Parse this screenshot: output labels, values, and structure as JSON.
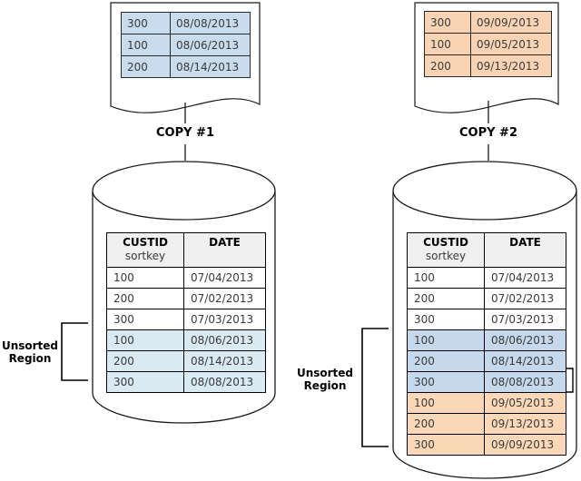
{
  "colors": {
    "copy1_fill": "#c8dcee",
    "copy2_fill": "#f8d4b4",
    "unsorted_blue_left": "#daeaf2",
    "unsorted_blue_right": "#c6d9ec",
    "unsorted_orange": "#fad8b8",
    "header_bg": "#f0f0f0",
    "line": "#1a1a1a"
  },
  "diagram": {
    "copy1": {
      "label": "COPY #1",
      "rows": [
        {
          "custid": "300",
          "date": "08/08/2013"
        },
        {
          "custid": "100",
          "date": "08/06/2013"
        },
        {
          "custid": "200",
          "date": "08/14/2013"
        }
      ]
    },
    "copy2": {
      "label": "COPY #2",
      "rows": [
        {
          "custid": "300",
          "date": "09/09/2013"
        },
        {
          "custid": "100",
          "date": "09/05/2013"
        },
        {
          "custid": "200",
          "date": "09/13/2013"
        }
      ]
    },
    "header": {
      "custid": "CUSTID",
      "sortkey": "sortkey",
      "date": "DATE"
    },
    "left_cylinder": {
      "rows": [
        {
          "custid": "100",
          "date": "07/04/2013",
          "region": "sorted"
        },
        {
          "custid": "200",
          "date": "07/02/2013",
          "region": "sorted"
        },
        {
          "custid": "300",
          "date": "07/03/2013",
          "region": "sorted"
        },
        {
          "custid": "100",
          "date": "08/06/2013",
          "region": "unsorted"
        },
        {
          "custid": "200",
          "date": "08/14/2013",
          "region": "unsorted"
        },
        {
          "custid": "300",
          "date": "08/08/2013",
          "region": "unsorted"
        }
      ]
    },
    "right_cylinder": {
      "rows": [
        {
          "custid": "100",
          "date": "07/04/2013",
          "region": "sorted"
        },
        {
          "custid": "200",
          "date": "07/02/2013",
          "region": "sorted"
        },
        {
          "custid": "300",
          "date": "07/03/2013",
          "region": "sorted"
        },
        {
          "custid": "100",
          "date": "08/06/2013",
          "region": "unsorted-copy1"
        },
        {
          "custid": "200",
          "date": "08/14/2013",
          "region": "unsorted-copy1"
        },
        {
          "custid": "300",
          "date": "08/08/2013",
          "region": "unsorted-copy1"
        },
        {
          "custid": "100",
          "date": "09/05/2013",
          "region": "unsorted-copy2"
        },
        {
          "custid": "200",
          "date": "09/13/2013",
          "region": "unsorted-copy2"
        },
        {
          "custid": "300",
          "date": "09/09/2013",
          "region": "unsorted-copy2"
        }
      ]
    },
    "unsorted_left": {
      "line1": "Unsorted",
      "line2": "Region"
    },
    "unsorted_right": {
      "line1": "Unsorted",
      "line2": "Region"
    }
  }
}
